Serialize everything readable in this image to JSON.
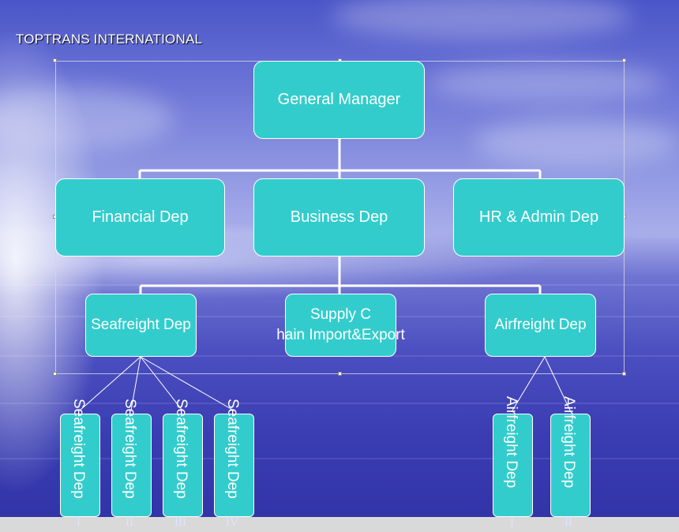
{
  "slide": {
    "title": "TOPTRANS INTERNATIONAL"
  },
  "chart": {
    "general_manager": "General Manager",
    "financial_dep": "Financial Dep",
    "business_dep": "Business Dep",
    "hr_admin_dep": "HR & Admin Dep",
    "seafreight_dep": "Seafreight Dep",
    "supply_chain_line1": "Supply C",
    "supply_chain_line2": "hain Import&Export",
    "airfreight_dep": "Airfreight Dep",
    "sea_units": [
      {
        "label": "Seafreight Dep",
        "numeral": "I"
      },
      {
        "label": "Seafreight Dep",
        "numeral": "II"
      },
      {
        "label": "Seafreight Dep",
        "numeral": "III"
      },
      {
        "label": "Seafreight Dep",
        "numeral": "IV"
      }
    ],
    "air_units": [
      {
        "label": "Airfreight Dep",
        "numeral": "I"
      },
      {
        "label": "Airfreight Dep",
        "numeral": "II"
      }
    ]
  }
}
